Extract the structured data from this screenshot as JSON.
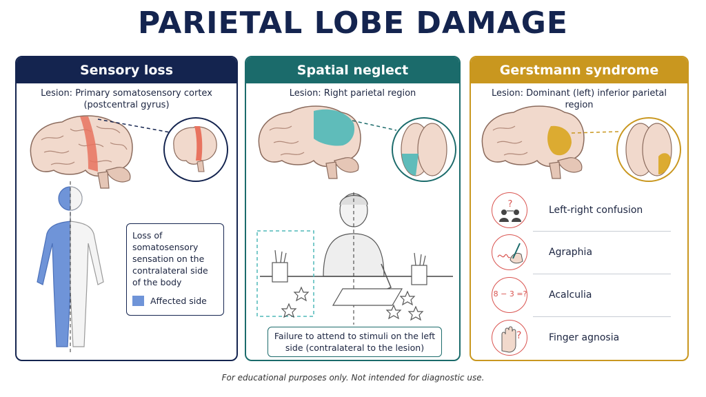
{
  "title": "PARIETAL LOBE DAMAGE",
  "panels": [
    {
      "heading": "Sensory loss",
      "lesion": "Lesion: Primary somatosensory cortex (postcentral gyrus)",
      "description": "Loss of somatosensory sensation on the contralateral side of the body",
      "legend": "Affected side",
      "highlight_color": "#e8735f",
      "affected_color": "#6f94d8"
    },
    {
      "heading": "Spatial neglect",
      "lesion": "Lesion: Right parietal region",
      "description": "Failure to attend to stimuli on the left side (contralateral to the lesion)",
      "highlight_color": "#4fb8b8"
    },
    {
      "heading": "Gerstmann syndrome",
      "lesion": "Lesion: Dominant (left) inferior parietal region",
      "highlight_color": "#d9a520",
      "symptoms": [
        {
          "label": "Left-right confusion",
          "icon": "people-arrows-question-icon"
        },
        {
          "label": "Agraphia",
          "icon": "hand-writing-icon"
        },
        {
          "label": "Acalculia",
          "icon": "math-equation-icon",
          "icon_text": "8 − 3 =?"
        },
        {
          "label": "Finger agnosia",
          "icon": "hand-question-icon"
        }
      ],
      "question_mark": "?"
    }
  ],
  "footer": "For educational purposes only. Not intended for diagnostic use."
}
